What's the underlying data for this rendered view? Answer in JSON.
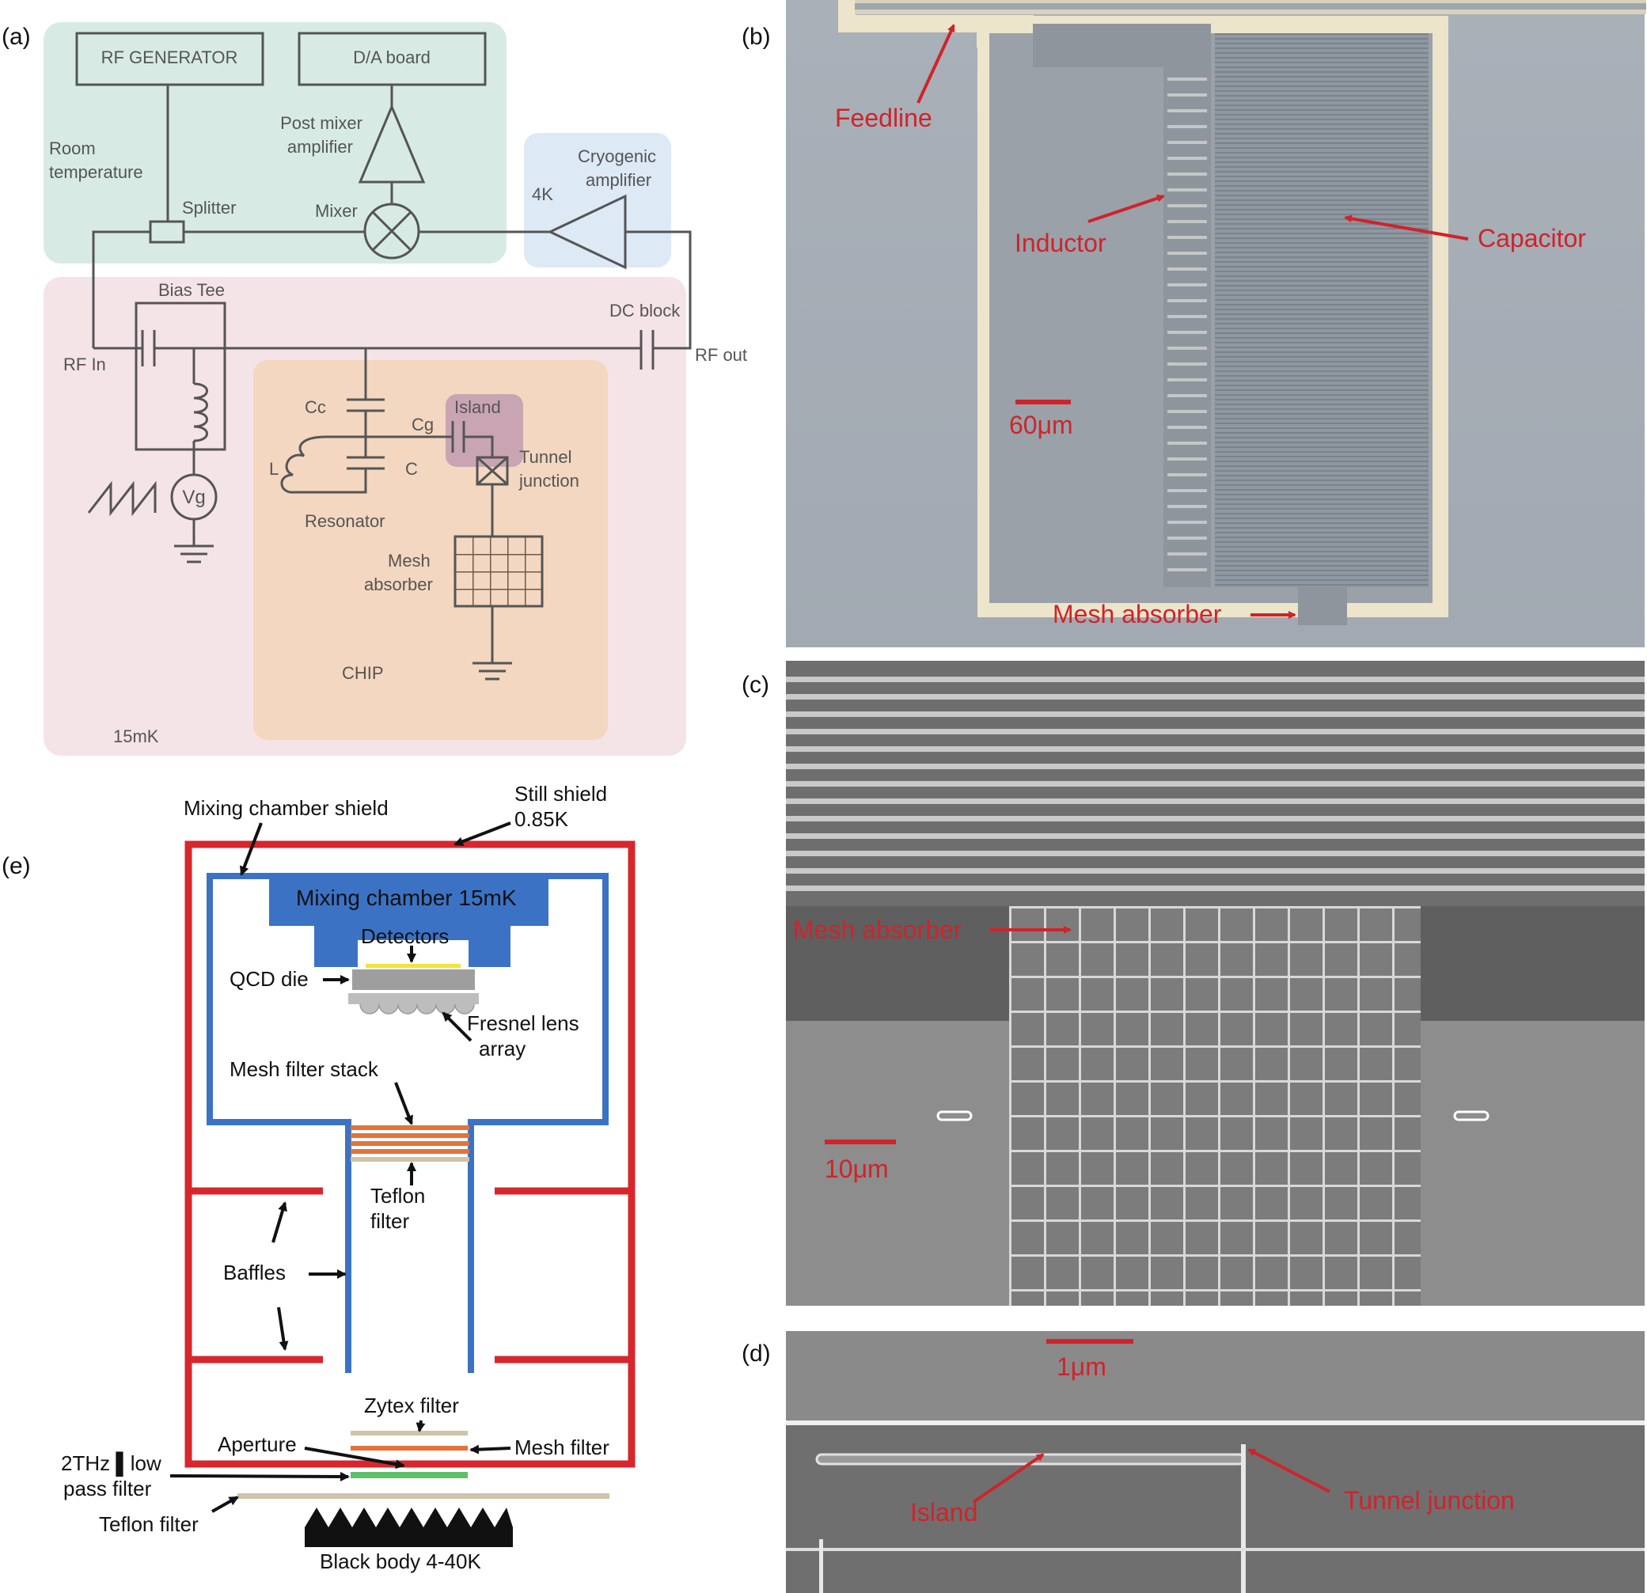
{
  "panels": {
    "a": "(a)",
    "b": "(b)",
    "c": "(c)",
    "d": "(d)",
    "e": "(e)"
  },
  "colors": {
    "room_zone": "#d7ebe4",
    "cryo_zone": "#dde9f5",
    "mk_zone": "#f5e4e7",
    "chip_zone": "#f3d7c0",
    "island_zone": "#c9a5b3",
    "annotation_red": "#d0232a",
    "still_shield": "#d7262c",
    "mixing_shield": "#3b72c4",
    "detector_yellow": "#f4e33a",
    "filter_orange": "#e2733b",
    "filter_green": "#5fc06a",
    "teflon": "#cfc3a8"
  },
  "schematic": {
    "rf_generator": "RF GENERATOR",
    "da_board": "D/A board",
    "room_temperature": [
      "Room",
      "temperature"
    ],
    "post_mixer_amplifier": [
      "Post mixer",
      "amplifier"
    ],
    "splitter": "Splitter",
    "mixer": "Mixer",
    "cryogenic_amplifier": [
      "Cryogenic",
      "amplifier"
    ],
    "four_k": "4K",
    "bias_tee": "Bias Tee",
    "dc_block": "DC block",
    "rf_in": "RF In",
    "rf_out": "RF  out",
    "cc": "Cc",
    "cg": "Cg",
    "island": "Island",
    "tunnel_junction": [
      "Tunnel",
      "junction"
    ],
    "l": "L",
    "c": "C",
    "resonator": "Resonator",
    "mesh_absorber": [
      "Mesh",
      "absorber"
    ],
    "vg": "Vg",
    "chip": "CHIP",
    "temp_15mk": "15mK"
  },
  "micrograph_b": {
    "feedline": "Feedline",
    "inductor": "Inductor",
    "capacitor": "Capacitor",
    "scale": "60μm",
    "mesh_absorber": "Mesh absorber"
  },
  "micrograph_c": {
    "mesh_absorber": "Mesh absorber",
    "scale": "10μm"
  },
  "micrograph_d": {
    "scale": "1μm",
    "island": "Island",
    "tunnel_junction": "Tunnel junction"
  },
  "cryostat": {
    "still_shield": [
      "Still shield",
      "0.85K"
    ],
    "mixing_chamber_shield": "Mixing chamber shield",
    "mixing_chamber": "Mixing chamber 15mK",
    "detectors": "Detectors",
    "qcd_die": "QCD die",
    "fresnel_lens": [
      "Fresnel lens",
      "array"
    ],
    "mesh_filter_stack": "Mesh filter stack",
    "teflon_filter_top": [
      "Teflon",
      "filter"
    ],
    "baffles": "Baffles",
    "zytex_filter": "Zytex filter",
    "aperture": "Aperture",
    "mesh_filter": "Mesh filter",
    "low_pass": [
      "2THz ▌low",
      "pass filter"
    ],
    "teflon_filter_bottom": "Teflon filter",
    "black_body": "Black body 4-40K"
  }
}
